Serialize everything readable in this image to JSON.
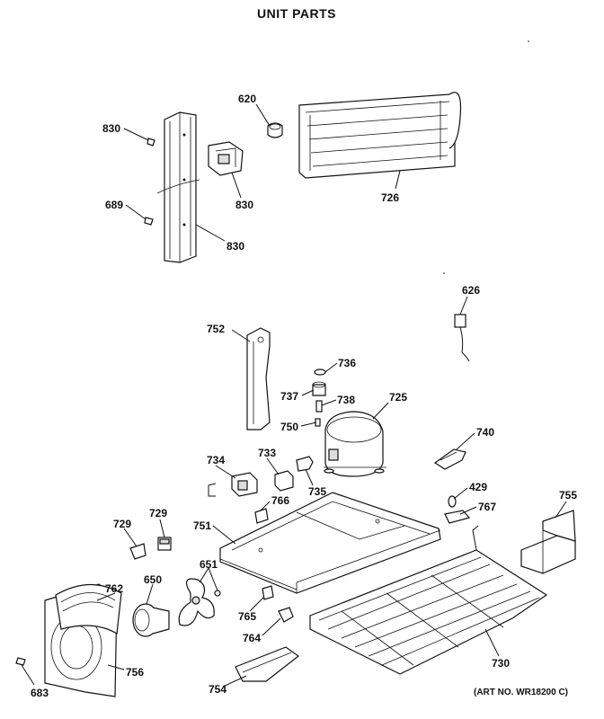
{
  "title": "UNIT PARTS",
  "art_no": "(ART NO. WR18200 C)",
  "labels": {
    "p830a": "830",
    "p689": "689",
    "p830b": "830",
    "p830c": "830",
    "p620": "620",
    "p726": "726",
    "p626": "626",
    "p752": "752",
    "p736": "736",
    "p737": "737",
    "p738": "738",
    "p725": "725",
    "p750": "750",
    "p740": "740",
    "p734": "734",
    "p733": "733",
    "p735": "735",
    "p429": "429",
    "p767": "767",
    "p755": "755",
    "p766": "766",
    "p729a": "729",
    "p729b": "729",
    "p751": "751",
    "p651": "651",
    "p762": "762",
    "p650": "650",
    "p765": "765",
    "p764": "764",
    "p730": "730",
    "p756": "756",
    "p754": "754",
    "p683": "683"
  }
}
